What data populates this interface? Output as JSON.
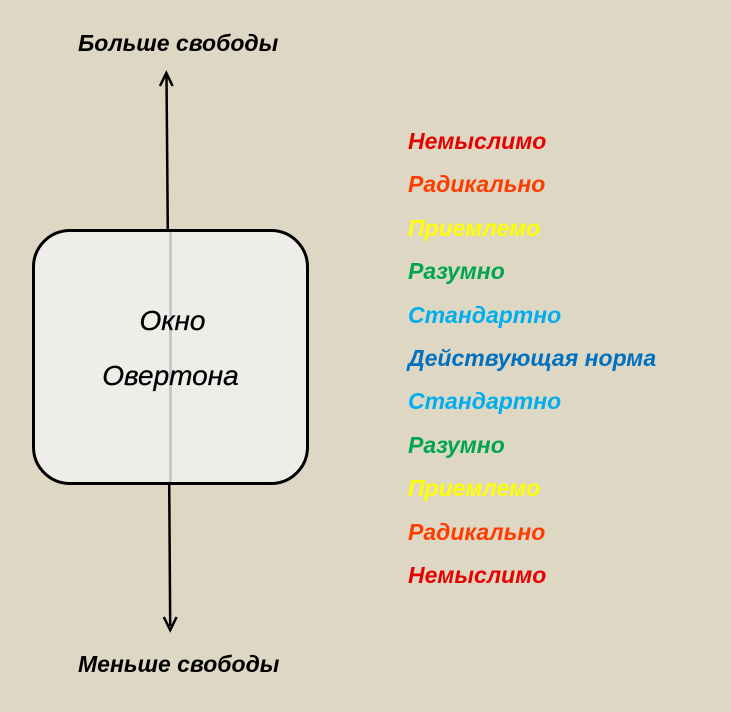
{
  "title": "Окно Овертона",
  "axis": {
    "top_label": "Больше свободы",
    "bottom_label": "Меньше свободы"
  },
  "window": {
    "line1": "Окно",
    "line2": "Овертона"
  },
  "scale": [
    {
      "label": "Немыслимо",
      "color": "#e60000"
    },
    {
      "label": "Радикально",
      "color": "#ff3c00"
    },
    {
      "label": "Приемлемо",
      "color": "#ffff00"
    },
    {
      "label": "Разумно",
      "color": "#00a550"
    },
    {
      "label": "Стандартно",
      "color": "#00aeef"
    },
    {
      "label": "Действующая норма",
      "color": "#0070c0"
    },
    {
      "label": "Стандартно",
      "color": "#00aeef"
    },
    {
      "label": "Разумно",
      "color": "#00a550"
    },
    {
      "label": "Приемлемо",
      "color": "#ffff00"
    },
    {
      "label": "Радикально",
      "color": "#ff3c00"
    },
    {
      "label": "Немыслимо",
      "color": "#e60000"
    }
  ]
}
